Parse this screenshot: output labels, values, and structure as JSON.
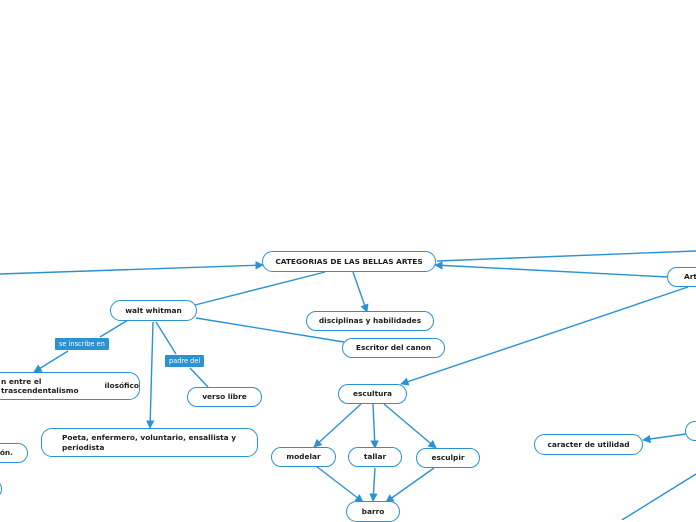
{
  "nodes": {
    "root": "CATEGORIAS DE LAS BELLAS ARTES",
    "walt": "walt whitman",
    "disciplinas": "disciplinas y habilidades",
    "escritor": "Escritor del canon",
    "trascendental": "n entre el trascendentalismo",
    "trascendental_2": "ilosófico",
    "verso": "verso libre",
    "poeta": "Poeta, enfermero, voluntario, ensallista y",
    "poeta_2": "periodista",
    "escultura": "escultura",
    "modelar": "modelar",
    "tallar": "tallar",
    "esculpir": "esculpir",
    "barro": "barro",
    "caracter": "caracter de utilidad",
    "art": "Art",
    "on": "ón."
  },
  "tags": {
    "inscribe": "se inscribe en",
    "padre": "padre del"
  },
  "colors": {
    "line": "#2a92d2",
    "node_border": "#2a92d2",
    "tag_bg": "#2a92d2"
  }
}
